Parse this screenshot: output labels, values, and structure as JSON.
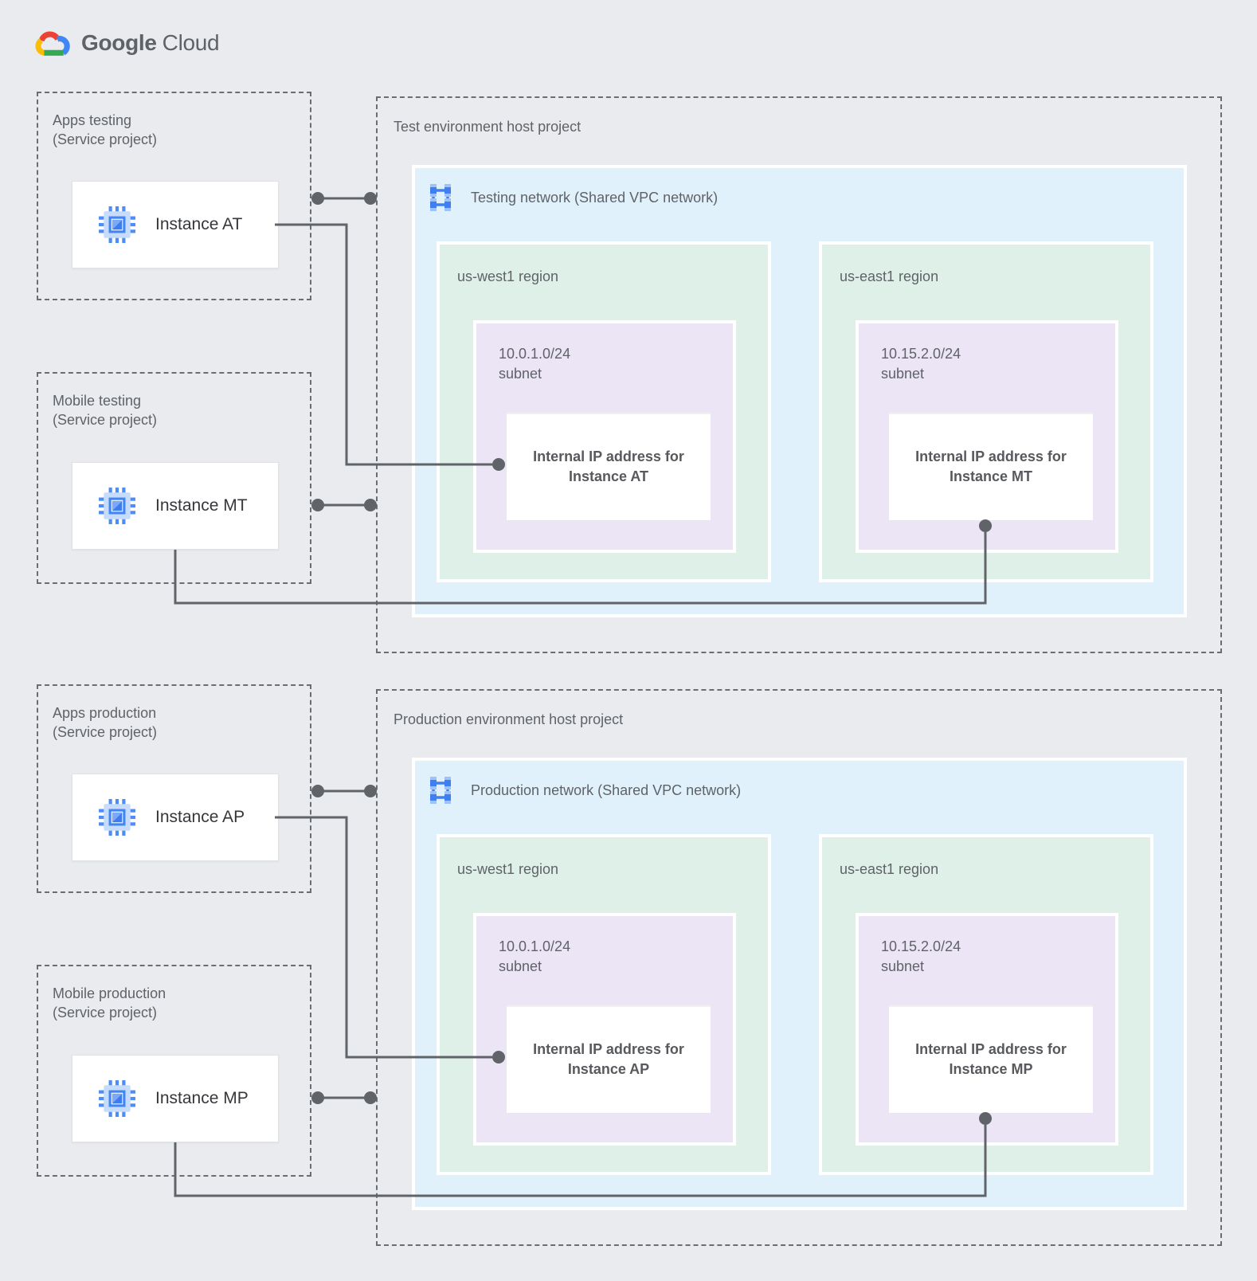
{
  "logo": {
    "primary": "Google",
    "secondary": "Cloud"
  },
  "colors": {
    "background": "#E9EBEE",
    "vpc_fill": "#E0F1FC",
    "region_fill": "#DEF0E7",
    "subnet_fill": "#EBE5F6",
    "connector": "#606469",
    "label_gray": "#5F6368",
    "google_blue": "#4285F4",
    "google_red": "#EA4335",
    "google_yellow": "#FBBC04",
    "google_green": "#34A853"
  },
  "icons": {
    "instance": "compute-engine-icon",
    "network": "vpc-network-icon",
    "brand": "google-cloud-logo"
  },
  "sections": [
    {
      "id": "test",
      "service_projects": [
        {
          "title_line1": "Apps testing",
          "title_line2": "(Service project)",
          "instance_label": "Instance AT"
        },
        {
          "title_line1": "Mobile testing",
          "title_line2": "(Service project)",
          "instance_label": "Instance MT"
        }
      ],
      "host_project": {
        "title": "Test environment host project",
        "network_label": "Testing network (Shared VPC network)",
        "regions": [
          {
            "name": "us-west1 region",
            "subnet_line1": "10.0.1.0/24",
            "subnet_line2": "subnet",
            "ip_line1": "Internal IP address for",
            "ip_line2": "Instance AT"
          },
          {
            "name": "us-east1 region",
            "subnet_line1": "10.15.2.0/24",
            "subnet_line2": "subnet",
            "ip_line1": "Internal IP address for",
            "ip_line2": "Instance MT"
          }
        ]
      }
    },
    {
      "id": "production",
      "service_projects": [
        {
          "title_line1": "Apps production",
          "title_line2": "(Service project)",
          "instance_label": "Instance AP"
        },
        {
          "title_line1": "Mobile production",
          "title_line2": "(Service project)",
          "instance_label": "Instance MP"
        }
      ],
      "host_project": {
        "title": "Production environment host project",
        "network_label": "Production network (Shared VPC network)",
        "regions": [
          {
            "name": "us-west1 region",
            "subnet_line1": "10.0.1.0/24",
            "subnet_line2": "subnet",
            "ip_line1": "Internal IP address for",
            "ip_line2": "Instance AP"
          },
          {
            "name": "us-east1 region",
            "subnet_line1": "10.15.2.0/24",
            "subnet_line2": "subnet",
            "ip_line1": "Internal IP address for",
            "ip_line2": "Instance MP"
          }
        ]
      }
    }
  ]
}
